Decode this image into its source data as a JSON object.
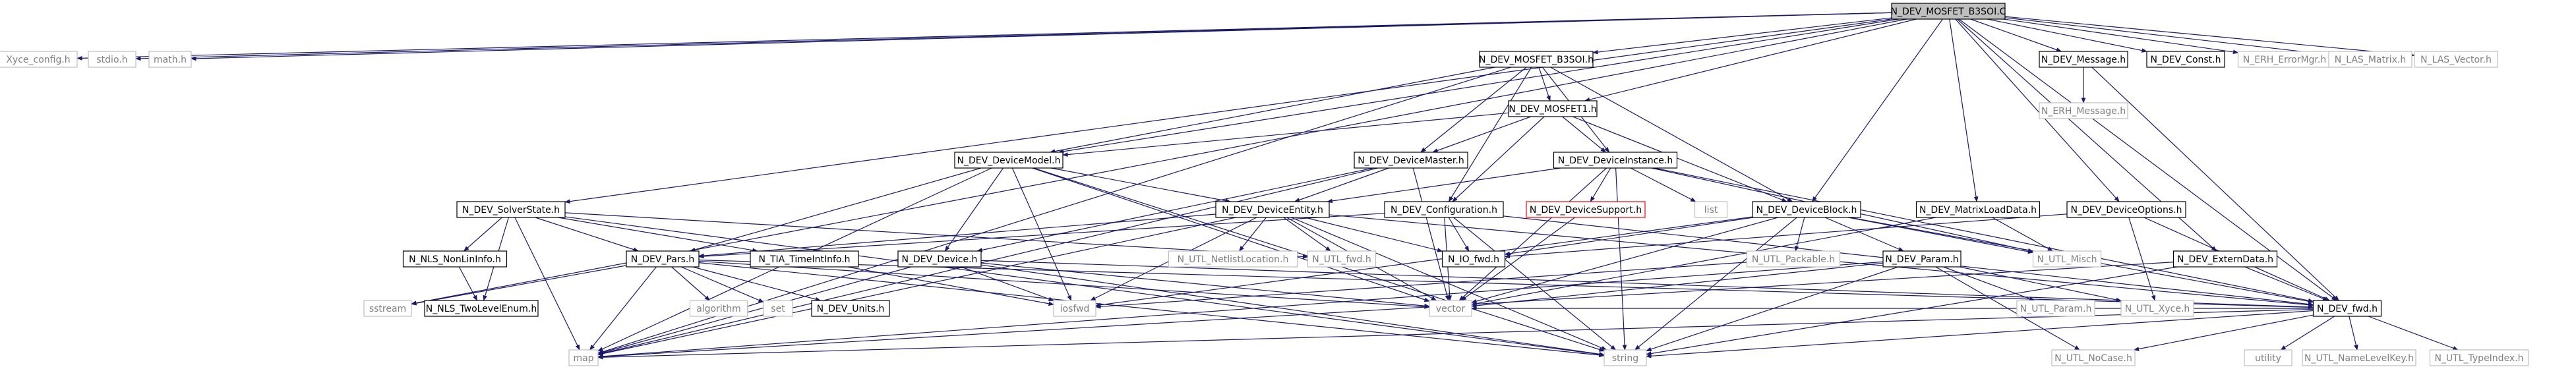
{
  "title": "N_DEV_MOSFET_B3SOI.C",
  "colors": {
    "edge": "#191970",
    "root_fill": "#bfbfbf",
    "node_border": "#000000",
    "external_border": "#bfbfbf",
    "external_text": "#7f7f7f",
    "missing_border": "#ff0000",
    "text": "#000000",
    "background": "#ffffff"
  },
  "nodes": [
    {
      "id": "root",
      "label": "N_DEV_MOSFET_B3SOI.C",
      "kind": "root"
    },
    {
      "id": "xyce_config",
      "label": "Xyce_config.h",
      "kind": "external"
    },
    {
      "id": "stdio",
      "label": "stdio.h",
      "kind": "external"
    },
    {
      "id": "math",
      "label": "math.h",
      "kind": "external"
    },
    {
      "id": "b3soi_h",
      "label": "N_DEV_MOSFET_B3SOI.h",
      "kind": "documented"
    },
    {
      "id": "message",
      "label": "N_DEV_Message.h",
      "kind": "documented"
    },
    {
      "id": "const",
      "label": "N_DEV_Const.h",
      "kind": "documented"
    },
    {
      "id": "erh_errormgr",
      "label": "N_ERH_ErrorMgr.h",
      "kind": "external"
    },
    {
      "id": "las_matrix",
      "label": "N_LAS_Matrix.h",
      "kind": "external"
    },
    {
      "id": "las_vector",
      "label": "N_LAS_Vector.h",
      "kind": "external"
    },
    {
      "id": "erh_message",
      "label": "N_ERH_Message.h",
      "kind": "external"
    },
    {
      "id": "mosfet1",
      "label": "N_DEV_MOSFET1.h",
      "kind": "documented"
    },
    {
      "id": "devicemodel",
      "label": "N_DEV_DeviceModel.h",
      "kind": "documented"
    },
    {
      "id": "devicemaster",
      "label": "N_DEV_DeviceMaster.h",
      "kind": "documented"
    },
    {
      "id": "deviceinstance",
      "label": "N_DEV_DeviceInstance.h",
      "kind": "documented"
    },
    {
      "id": "solverstate",
      "label": "N_DEV_SolverState.h",
      "kind": "documented"
    },
    {
      "id": "deviceentity",
      "label": "N_DEV_DeviceEntity.h",
      "kind": "documented"
    },
    {
      "id": "configuration",
      "label": "N_DEV_Configuration.h",
      "kind": "documented"
    },
    {
      "id": "devicesupport",
      "label": "N_DEV_DeviceSupport.h",
      "kind": "missing"
    },
    {
      "id": "list",
      "label": "list",
      "kind": "external"
    },
    {
      "id": "deviceblock",
      "label": "N_DEV_DeviceBlock.h",
      "kind": "documented"
    },
    {
      "id": "matrixloaddata",
      "label": "N_DEV_MatrixLoadData.h",
      "kind": "documented"
    },
    {
      "id": "deviceoptions",
      "label": "N_DEV_DeviceOptions.h",
      "kind": "documented"
    },
    {
      "id": "nls_nonlininfo",
      "label": "N_NLS_NonLinInfo.h",
      "kind": "documented"
    },
    {
      "id": "pars",
      "label": "N_DEV_Pars.h",
      "kind": "documented"
    },
    {
      "id": "tia_timeintinfo",
      "label": "N_TIA_TimeIntInfo.h",
      "kind": "documented"
    },
    {
      "id": "device",
      "label": "N_DEV_Device.h",
      "kind": "documented"
    },
    {
      "id": "utl_netlistlocation",
      "label": "N_UTL_NetlistLocation.h",
      "kind": "external"
    },
    {
      "id": "utl_fwd",
      "label": "N_UTL_fwd.h",
      "kind": "external"
    },
    {
      "id": "io_fwd",
      "label": "N_IO_fwd.h",
      "kind": "documented"
    },
    {
      "id": "utl_packable",
      "label": "N_UTL_Packable.h",
      "kind": "external"
    },
    {
      "id": "param",
      "label": "N_DEV_Param.h",
      "kind": "documented"
    },
    {
      "id": "utl_misch",
      "label": "N_UTL_Misch",
      "kind": "external"
    },
    {
      "id": "externdata",
      "label": "N_DEV_ExternData.h",
      "kind": "documented"
    },
    {
      "id": "nls_twolevelenum",
      "label": "N_NLS_TwoLevelEnum.h",
      "kind": "documented"
    },
    {
      "id": "sstream",
      "label": "sstream",
      "kind": "external"
    },
    {
      "id": "algorithm",
      "label": "algorithm",
      "kind": "external"
    },
    {
      "id": "set",
      "label": "set",
      "kind": "external"
    },
    {
      "id": "dev_units",
      "label": "N_DEV_Units.h",
      "kind": "documented"
    },
    {
      "id": "iosfwd",
      "label": "iosfwd",
      "kind": "external"
    },
    {
      "id": "vector",
      "label": "vector",
      "kind": "external"
    },
    {
      "id": "utl_param",
      "label": "N_UTL_Param.h",
      "kind": "external"
    },
    {
      "id": "utl_xyce",
      "label": "N_UTL_Xyce.h",
      "kind": "external"
    },
    {
      "id": "dev_fwd",
      "label": "N_DEV_fwd.h",
      "kind": "documented"
    },
    {
      "id": "map",
      "label": "map",
      "kind": "external"
    },
    {
      "id": "string",
      "label": "string",
      "kind": "external"
    },
    {
      "id": "utl_nocase",
      "label": "N_UTL_NoCase.h",
      "kind": "external"
    },
    {
      "id": "utility",
      "label": "utility",
      "kind": "external"
    },
    {
      "id": "utl_namelevelkey",
      "label": "N_UTL_NameLevelKey.h",
      "kind": "external"
    },
    {
      "id": "utl_typeindex",
      "label": "N_UTL_TypeIndex.h",
      "kind": "external"
    }
  ],
  "edges": [
    [
      "root",
      "xyce_config"
    ],
    [
      "root",
      "stdio"
    ],
    [
      "root",
      "math"
    ],
    [
      "root",
      "b3soi_h"
    ],
    [
      "root",
      "message"
    ],
    [
      "root",
      "const"
    ],
    [
      "root",
      "erh_errormgr"
    ],
    [
      "root",
      "las_matrix"
    ],
    [
      "root",
      "las_vector"
    ],
    [
      "root",
      "mosfet1"
    ],
    [
      "root",
      "devicemodel"
    ],
    [
      "root",
      "solverstate"
    ],
    [
      "root",
      "deviceblock"
    ],
    [
      "root",
      "matrixloaddata"
    ],
    [
      "root",
      "deviceoptions"
    ],
    [
      "root",
      "externdata"
    ],
    [
      "root",
      "dev_fwd"
    ],
    [
      "root",
      "sstream"
    ],
    [
      "message",
      "erh_message"
    ],
    [
      "message",
      "dev_fwd"
    ],
    [
      "b3soi_h",
      "mosfet1"
    ],
    [
      "b3soi_h",
      "devicemaster"
    ],
    [
      "b3soi_h",
      "deviceinstance"
    ],
    [
      "b3soi_h",
      "devicemodel"
    ],
    [
      "b3soi_h",
      "configuration"
    ],
    [
      "b3soi_h",
      "deviceblock"
    ],
    [
      "b3soi_h",
      "map"
    ],
    [
      "mosfet1",
      "devicemodel"
    ],
    [
      "mosfet1",
      "devicemaster"
    ],
    [
      "mosfet1",
      "deviceinstance"
    ],
    [
      "mosfet1",
      "configuration"
    ],
    [
      "mosfet1",
      "deviceblock"
    ],
    [
      "devicemodel",
      "deviceentity"
    ],
    [
      "devicemodel",
      "pars"
    ],
    [
      "devicemodel",
      "device"
    ],
    [
      "devicemodel",
      "iosfwd"
    ],
    [
      "devicemodel",
      "vector"
    ],
    [
      "devicemodel",
      "map"
    ],
    [
      "devicemodel",
      "string"
    ],
    [
      "devicemaster",
      "device"
    ],
    [
      "devicemaster",
      "deviceentity"
    ],
    [
      "devicemaster",
      "vector"
    ],
    [
      "devicemaster",
      "map"
    ],
    [
      "deviceinstance",
      "deviceentity"
    ],
    [
      "deviceinstance",
      "devicesupport"
    ],
    [
      "deviceinstance",
      "list"
    ],
    [
      "deviceinstance",
      "vector"
    ],
    [
      "deviceinstance",
      "string"
    ],
    [
      "deviceinstance",
      "dev_fwd"
    ],
    [
      "deviceinstance",
      "utl_misch"
    ],
    [
      "solverstate",
      "nls_nonlininfo"
    ],
    [
      "solverstate",
      "nls_twolevelenum"
    ],
    [
      "solverstate",
      "tia_timeintinfo"
    ],
    [
      "solverstate",
      "map"
    ],
    [
      "solverstate",
      "string"
    ],
    [
      "solverstate",
      "utl_fwd"
    ],
    [
      "solverstate",
      "pars"
    ],
    [
      "deviceentity",
      "pars"
    ],
    [
      "deviceentity",
      "utl_netlistlocation"
    ],
    [
      "deviceentity",
      "utl_fwd"
    ],
    [
      "deviceentity",
      "io_fwd"
    ],
    [
      "deviceentity",
      "dev_fwd"
    ],
    [
      "deviceentity",
      "iosfwd"
    ],
    [
      "deviceentity",
      "vector"
    ],
    [
      "deviceentity",
      "string"
    ],
    [
      "deviceentity",
      "map"
    ],
    [
      "configuration",
      "io_fwd"
    ],
    [
      "configuration",
      "vector"
    ],
    [
      "configuration",
      "string"
    ],
    [
      "configuration",
      "dev_fwd"
    ],
    [
      "configuration",
      "pars"
    ],
    [
      "devicesupport",
      "vector"
    ],
    [
      "deviceblock",
      "utl_packable"
    ],
    [
      "deviceblock",
      "param"
    ],
    [
      "deviceblock",
      "io_fwd"
    ],
    [
      "deviceblock",
      "utl_misch"
    ],
    [
      "deviceblock",
      "dev_fwd"
    ],
    [
      "deviceblock",
      "vector"
    ],
    [
      "deviceblock",
      "string"
    ],
    [
      "deviceblock",
      "iosfwd"
    ],
    [
      "matrixloaddata",
      "utl_misch"
    ],
    [
      "matrixloaddata",
      "vector"
    ],
    [
      "deviceoptions",
      "io_fwd"
    ],
    [
      "deviceoptions",
      "utl_xyce"
    ],
    [
      "deviceoptions",
      "dev_fwd"
    ],
    [
      "externdata",
      "dev_fwd"
    ],
    [
      "externdata",
      "string"
    ],
    [
      "externdata",
      "map"
    ],
    [
      "nls_nonlininfo",
      "nls_twolevelenum"
    ],
    [
      "pars",
      "sstream"
    ],
    [
      "pars",
      "algorithm"
    ],
    [
      "pars",
      "set"
    ],
    [
      "pars",
      "dev_units"
    ],
    [
      "pars",
      "map"
    ],
    [
      "pars",
      "string"
    ],
    [
      "pars",
      "vector"
    ],
    [
      "pars",
      "dev_fwd"
    ],
    [
      "tia_timeintinfo",
      "iosfwd"
    ],
    [
      "device",
      "iosfwd"
    ],
    [
      "device",
      "map"
    ],
    [
      "device",
      "string"
    ],
    [
      "device",
      "vector"
    ],
    [
      "device",
      "dev_fwd"
    ],
    [
      "param",
      "utl_param"
    ],
    [
      "param",
      "utl_nocase"
    ],
    [
      "param",
      "vector"
    ],
    [
      "param",
      "string"
    ],
    [
      "param",
      "map"
    ],
    [
      "param",
      "utl_xyce"
    ],
    [
      "utl_packable",
      "iosfwd"
    ],
    [
      "dev_fwd",
      "utility"
    ],
    [
      "dev_fwd",
      "utl_namelevelkey"
    ],
    [
      "dev_fwd",
      "utl_typeindex"
    ],
    [
      "dev_fwd",
      "utl_nocase"
    ],
    [
      "dev_fwd",
      "string"
    ],
    [
      "dev_fwd",
      "map"
    ],
    [
      "dev_fwd",
      "vector"
    ]
  ]
}
